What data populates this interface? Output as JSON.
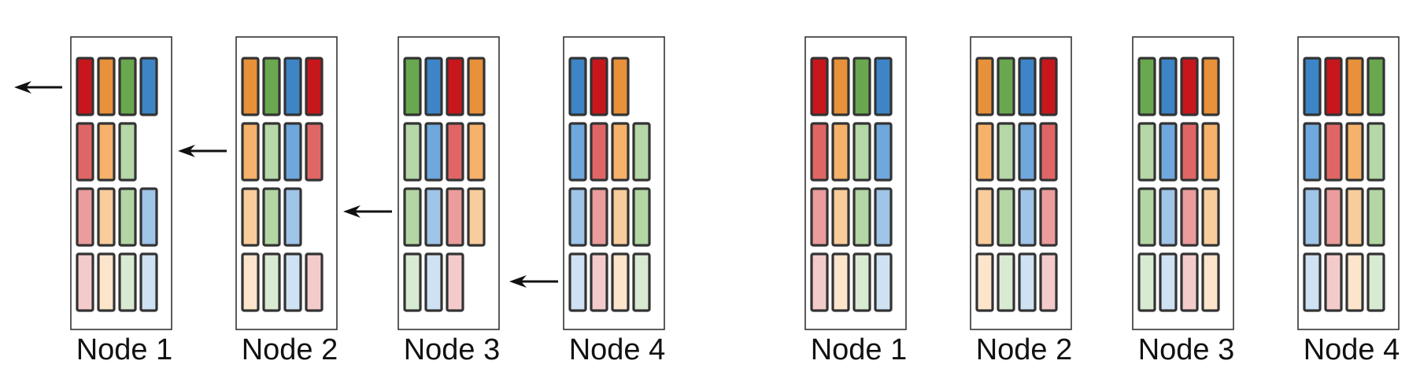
{
  "palette": {
    "red": [
      "#c8161d",
      "#e06666",
      "#eb9c9c",
      "#f4cbcb"
    ],
    "orange": [
      "#e8913a",
      "#f6b26b",
      "#f8cc9b",
      "#fde5cc"
    ],
    "green": [
      "#6aa84f",
      "#b6d7a8",
      "#b3d6a4",
      "#d9ead3"
    ],
    "blue": [
      "#3d85c6",
      "#6fa8dc",
      "#9fc5e8",
      "#cfe2f3"
    ]
  },
  "stroke_color": "#333333",
  "left_group": {
    "nodes": [
      {
        "label": "Node 1",
        "rows": [
          [
            "red",
            "orange",
            "green",
            "blue"
          ],
          [
            "red",
            "orange",
            "green"
          ],
          [
            "red",
            "orange",
            "green",
            "blue"
          ],
          [
            "red",
            "orange",
            "green",
            "blue"
          ]
        ]
      },
      {
        "label": "Node 2",
        "rows": [
          [
            "orange",
            "green",
            "blue",
            "red"
          ],
          [
            "orange",
            "green",
            "blue",
            "red"
          ],
          [
            "orange",
            "green",
            "blue"
          ],
          [
            "orange",
            "green",
            "blue",
            "red"
          ]
        ]
      },
      {
        "label": "Node 3",
        "rows": [
          [
            "green",
            "blue",
            "red",
            "orange"
          ],
          [
            "green",
            "blue",
            "red",
            "orange"
          ],
          [
            "green",
            "blue",
            "red",
            "orange"
          ],
          [
            "green",
            "blue",
            "red"
          ]
        ]
      },
      {
        "label": "Node 4",
        "rows": [
          [
            "blue",
            "red",
            "orange"
          ],
          [
            "blue",
            "red",
            "orange",
            "green"
          ],
          [
            "blue",
            "red",
            "orange",
            "green"
          ],
          [
            "blue",
            "red",
            "orange",
            "green"
          ]
        ]
      }
    ]
  },
  "right_group": {
    "nodes": [
      {
        "label": "Node 1",
        "rows": [
          [
            "red",
            "orange",
            "green",
            "blue"
          ],
          [
            "red",
            "orange",
            "green",
            "blue"
          ],
          [
            "red",
            "orange",
            "green",
            "blue"
          ],
          [
            "red",
            "orange",
            "green",
            "blue"
          ]
        ]
      },
      {
        "label": "Node 2",
        "rows": [
          [
            "orange",
            "green",
            "blue",
            "red"
          ],
          [
            "orange",
            "green",
            "blue",
            "red"
          ],
          [
            "orange",
            "green",
            "blue",
            "red"
          ],
          [
            "orange",
            "green",
            "blue",
            "red"
          ]
        ]
      },
      {
        "label": "Node 3",
        "rows": [
          [
            "green",
            "blue",
            "red",
            "orange"
          ],
          [
            "green",
            "blue",
            "red",
            "orange"
          ],
          [
            "green",
            "blue",
            "red",
            "orange"
          ],
          [
            "green",
            "blue",
            "red",
            "orange"
          ]
        ]
      },
      {
        "label": "Node 4",
        "rows": [
          [
            "blue",
            "red",
            "orange",
            "green"
          ],
          [
            "blue",
            "red",
            "orange",
            "green"
          ],
          [
            "blue",
            "red",
            "orange",
            "green"
          ],
          [
            "blue",
            "red",
            "orange",
            "green"
          ]
        ]
      }
    ]
  }
}
